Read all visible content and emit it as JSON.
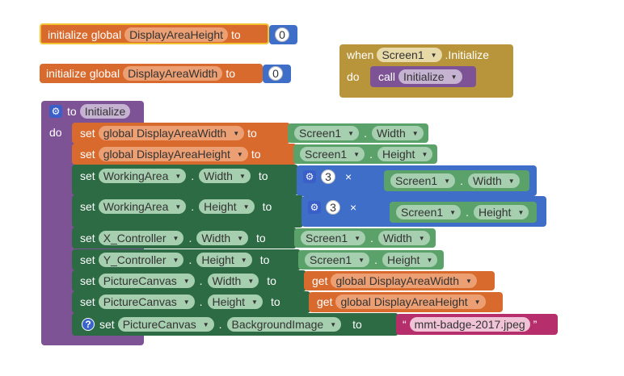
{
  "init_height": {
    "label": "initialize global",
    "name": "DisplayAreaHeight",
    "to": "to",
    "value": "0"
  },
  "init_width": {
    "label": "initialize global",
    "name": "DisplayAreaWidth",
    "to": "to",
    "value": "0"
  },
  "when_block": {
    "when": "when",
    "component": "Screen1",
    "event": ".Initialize",
    "do": "do",
    "call": "call",
    "proc": "Initialize"
  },
  "proc": {
    "to": "to",
    "name": "Initialize",
    "do": "do",
    "set": "set",
    "to_kw": "to",
    "get": "get",
    "times": "×",
    "r1": {
      "var": "global DisplayAreaWidth",
      "comp": "Screen1",
      "prop": "Width"
    },
    "r2": {
      "var": "global DisplayAreaHeight",
      "comp": "Screen1",
      "prop": "Height"
    },
    "r3": {
      "comp": "WorkingArea",
      "prop": "Width",
      "mult": "3",
      "rcomp": "Screen1",
      "rprop": "Width"
    },
    "r4": {
      "comp": "WorkingArea",
      "prop": "Height",
      "mult": "3",
      "rcomp": "Screen1",
      "rprop": "Height"
    },
    "r5": {
      "comp": "X_Controller",
      "prop": "Width",
      "rcomp": "Screen1",
      "rprop": "Width"
    },
    "r6": {
      "comp": "Y_Controller",
      "prop": "Height",
      "rcomp": "Screen1",
      "rprop": "Height"
    },
    "r7": {
      "comp": "PictureCanvas",
      "prop": "Width",
      "gvar": "global DisplayAreaWidth"
    },
    "r8": {
      "comp": "PictureCanvas",
      "prop": "Height",
      "gvar": "global DisplayAreaHeight"
    },
    "r9": {
      "comp": "PictureCanvas",
      "prop": "BackgroundImage",
      "text": "mmt-badge-2017.jpeg",
      "quote_open": "“",
      "quote_close": "”"
    }
  }
}
